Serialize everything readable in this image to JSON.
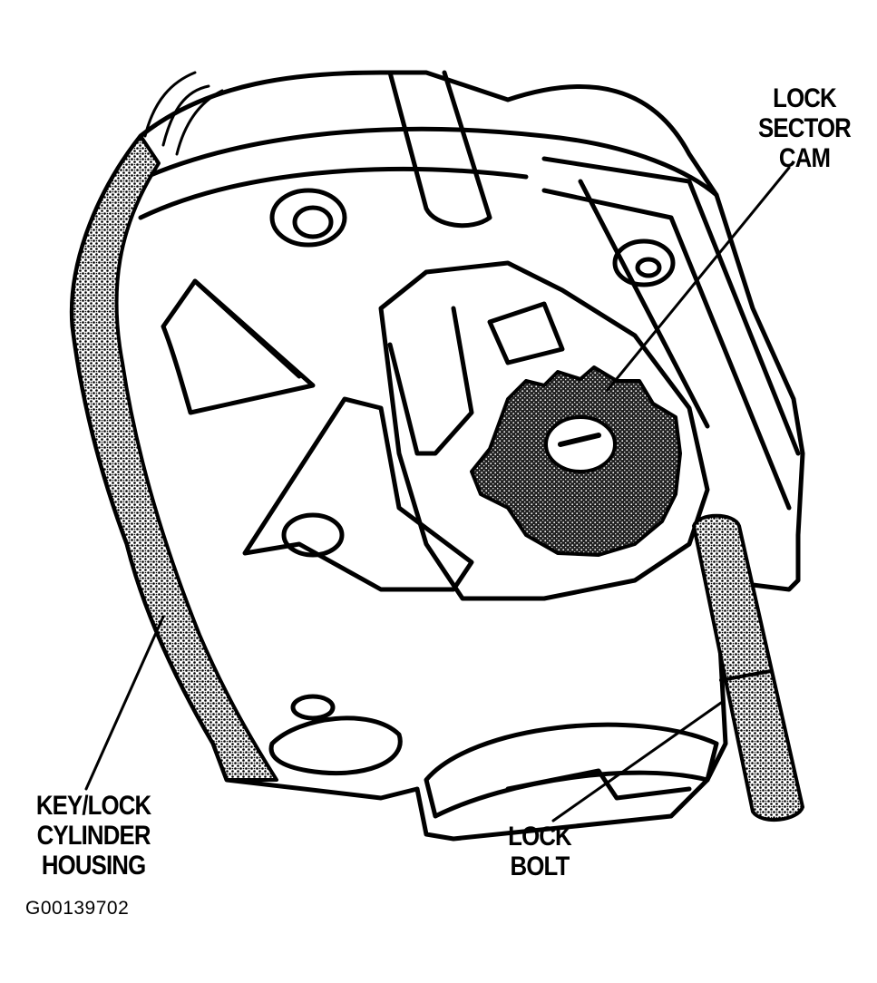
{
  "labels": {
    "lock_sector_cam": [
      "LOCK",
      "SECTOR",
      "CAM"
    ],
    "key_lock_cylinder_housing": [
      "KEY/LOCK",
      "CYLINDER",
      "HOUSING"
    ],
    "lock_bolt": [
      "LOCK",
      "BOLT"
    ]
  },
  "figure_id": "G00139702"
}
